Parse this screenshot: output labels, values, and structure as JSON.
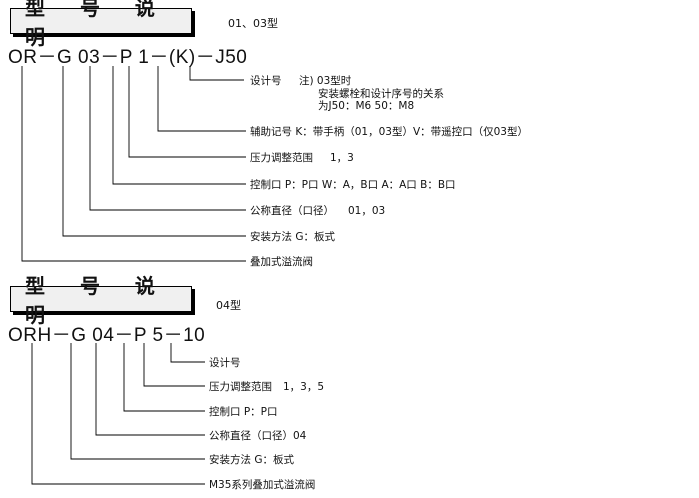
{
  "section1": {
    "title": "型 号 说 明",
    "subtitle": "01、03型",
    "model_code": "OR－G 03－P 1－(K)－J50",
    "items": [
      {
        "label": "设计号",
        "note": "注) 03型时"
      },
      {
        "note_line2": "安装螺栓和设计序号的关系"
      },
      {
        "note_line3": "为J50：M6 50：M8"
      },
      {
        "label": "辅助记号 K：带手柄（01，03型）V：带遥控口（仅03型）"
      },
      {
        "label": "压力调整范围",
        "value": "1，3"
      },
      {
        "label": "控制口 P：P口 W：A，B口 A：A口 B：B口"
      },
      {
        "label": "公称直径（口径）",
        "value": "01，03"
      },
      {
        "label": "安装方法 G：板式"
      },
      {
        "label": "叠加式溢流阀"
      }
    ]
  },
  "section2": {
    "title": "型 号 说 明",
    "subtitle": "04型",
    "model_code": "ORH－G 04－P 5－10",
    "items": [
      {
        "label": "设计号"
      },
      {
        "label": "压力调整范围",
        "value": "1，3，5"
      },
      {
        "label": "控制口 P：P口"
      },
      {
        "label": "公称直径（口径）04"
      },
      {
        "label": "安装方法 G：板式"
      },
      {
        "label": "M35系列叠加式溢流阀"
      }
    ]
  }
}
